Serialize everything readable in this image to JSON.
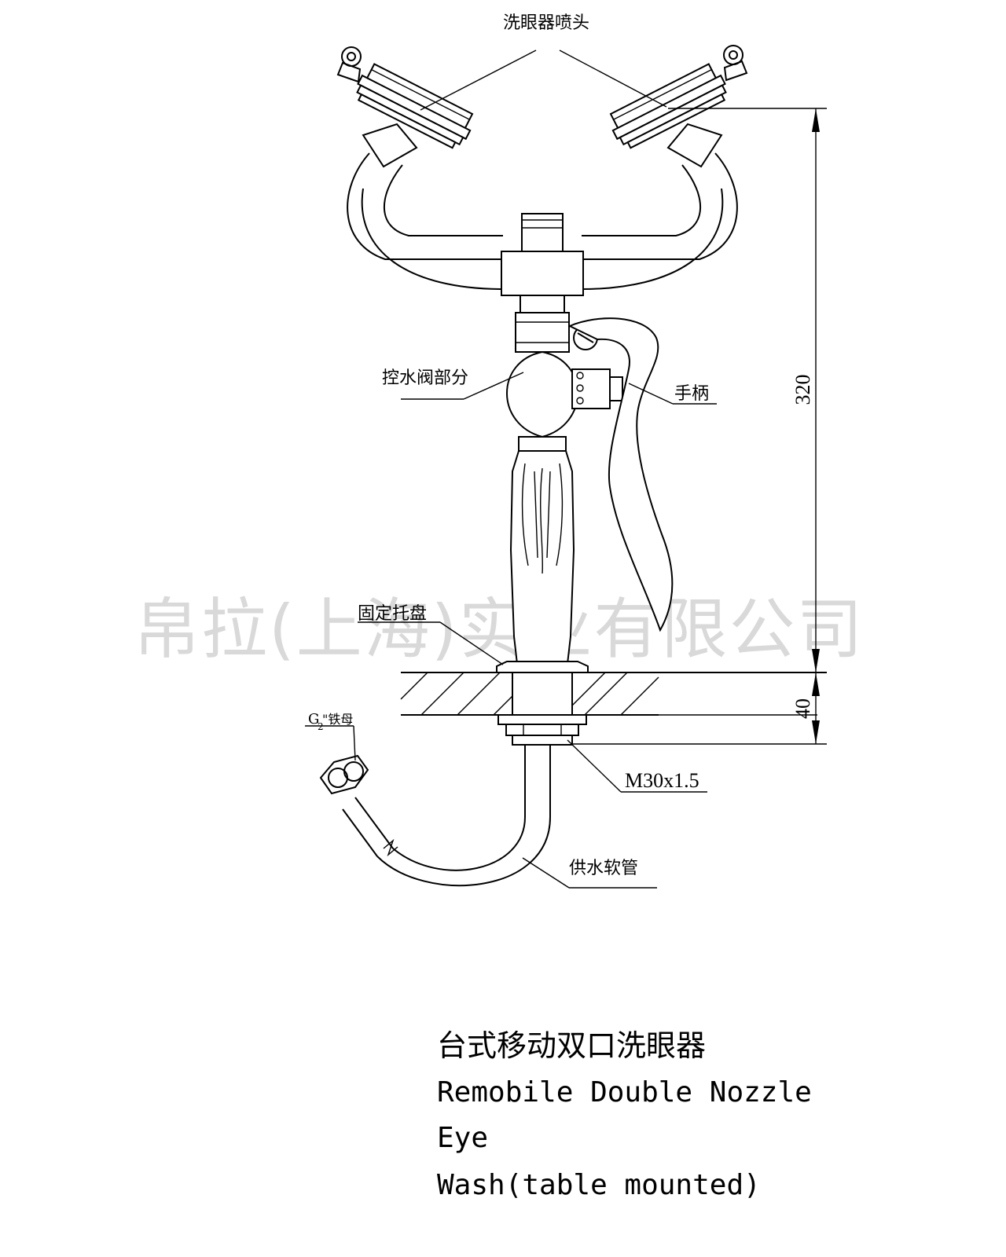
{
  "labels": {
    "nozzle": "洗眼器喷头",
    "valve": "控水阀部分",
    "handle": "手柄",
    "tray": "固定托盘",
    "nut_prefix": "G",
    "nut_sub": "2",
    "nut_text": "\"铁母",
    "thread": "M30x1.5",
    "hose": "供水软管"
  },
  "dimensions": {
    "height_main": "320",
    "height_base": "40"
  },
  "watermark": "帛拉(上海)实业有限公司",
  "title": {
    "zh": "台式移动双口洗眼器",
    "en_line1": "Remobile Double Nozzle",
    "en_line2": "Eye",
    "en_line3": "Wash(table mounted)"
  },
  "colors": {
    "line": "#000000",
    "watermark": "#d9d9d9",
    "background": "#ffffff"
  }
}
